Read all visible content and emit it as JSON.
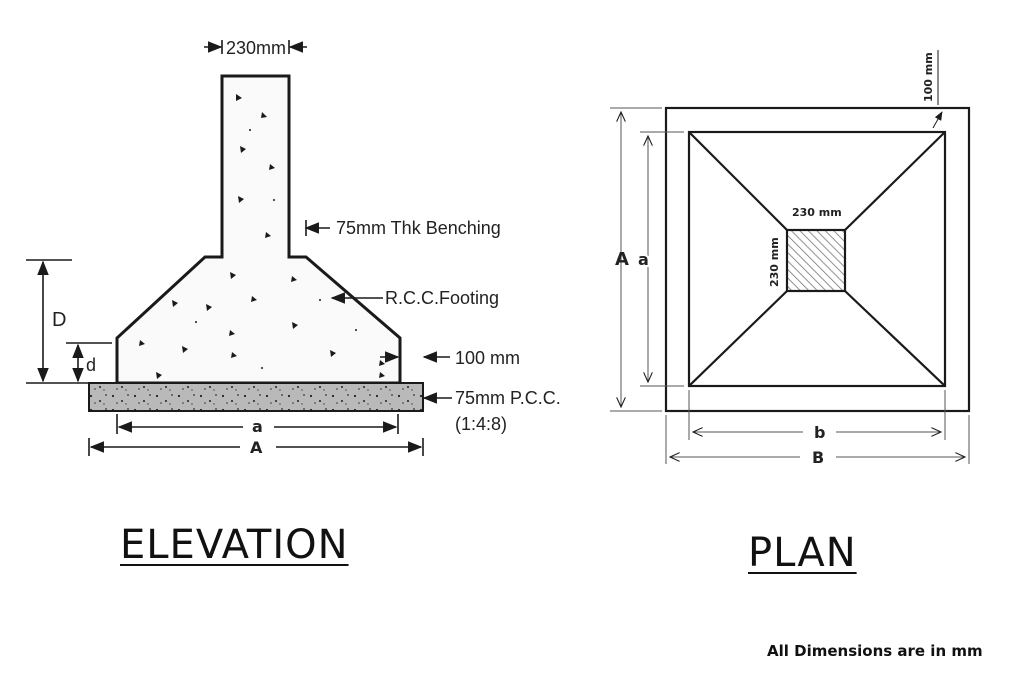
{
  "elevation": {
    "title": "ELEVATION",
    "column_width_label": "230mm",
    "benching_label": "75mm Thk Benching",
    "footing_label": "R.C.C.Footing",
    "offset_label": "100 mm",
    "pcc_label_line1": "75mm P.C.C.",
    "pcc_label_line2": "(1:4:8)",
    "dim_D": "D",
    "dim_d": "d",
    "dim_a": "a",
    "dim_A": "A"
  },
  "plan": {
    "title": "PLAN",
    "edge_offset_label": "100 mm",
    "column_width_label": "230 mm",
    "column_height_label": "230 mm",
    "dim_A": "A",
    "dim_a": "a",
    "dim_b": "b",
    "dim_B": "B"
  },
  "note": "All Dimensions are in mm",
  "colors": {
    "line": "#1a1a1a",
    "pcc_fill": "#b9b9b9",
    "hatch": "#777777"
  }
}
